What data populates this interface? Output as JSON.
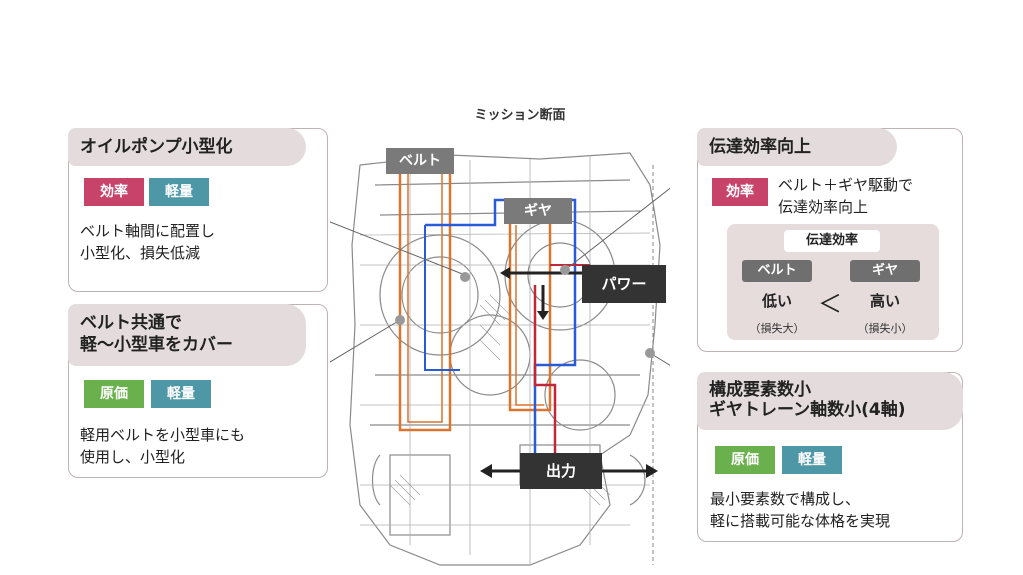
{
  "diagram": {
    "title": "ミッション断面",
    "labels": {
      "belt": "ベルト",
      "gear": "ギヤ",
      "power": "パワー",
      "output": "出力"
    }
  },
  "cards": {
    "oil_pump": {
      "heading": "オイルポンプ小型化",
      "tags": [
        "効率",
        "軽量"
      ],
      "text": "ベルト軸間に配置し\n小型化、損失低減"
    },
    "belt_common": {
      "heading": "ベルト共通で\n軽〜小型車をカバー",
      "tags": [
        "原価",
        "軽量"
      ],
      "text": "軽用ベルトを小型車にも\n使用し、小型化"
    },
    "transmission": {
      "heading": "伝達効率向上",
      "tag": "効率",
      "text": "ベルト＋ギヤ駆動で\n伝達効率向上",
      "panel": {
        "title": "伝達効率",
        "left_label": "ベルト",
        "right_label": "ギヤ",
        "left_value": "低い",
        "right_value": "高い",
        "comparator": "＜",
        "left_note": "（損失大）",
        "right_note": "（損失小）"
      }
    },
    "components": {
      "heading": "構成要素数小\nギヤトレーン軸数小(4軸)",
      "tags": [
        "原価",
        "軽量"
      ],
      "text": "最小要素数で構成し、\n軽に搭載可能な体格を実現"
    }
  },
  "colors": {
    "belt_path": "#d9752e",
    "power_path": "#2a5bd7",
    "output_path": "#c0283a",
    "tag_efficiency": "#c8436a",
    "tag_weight": "#4d97a6",
    "tag_cost": "#6ab04c"
  }
}
